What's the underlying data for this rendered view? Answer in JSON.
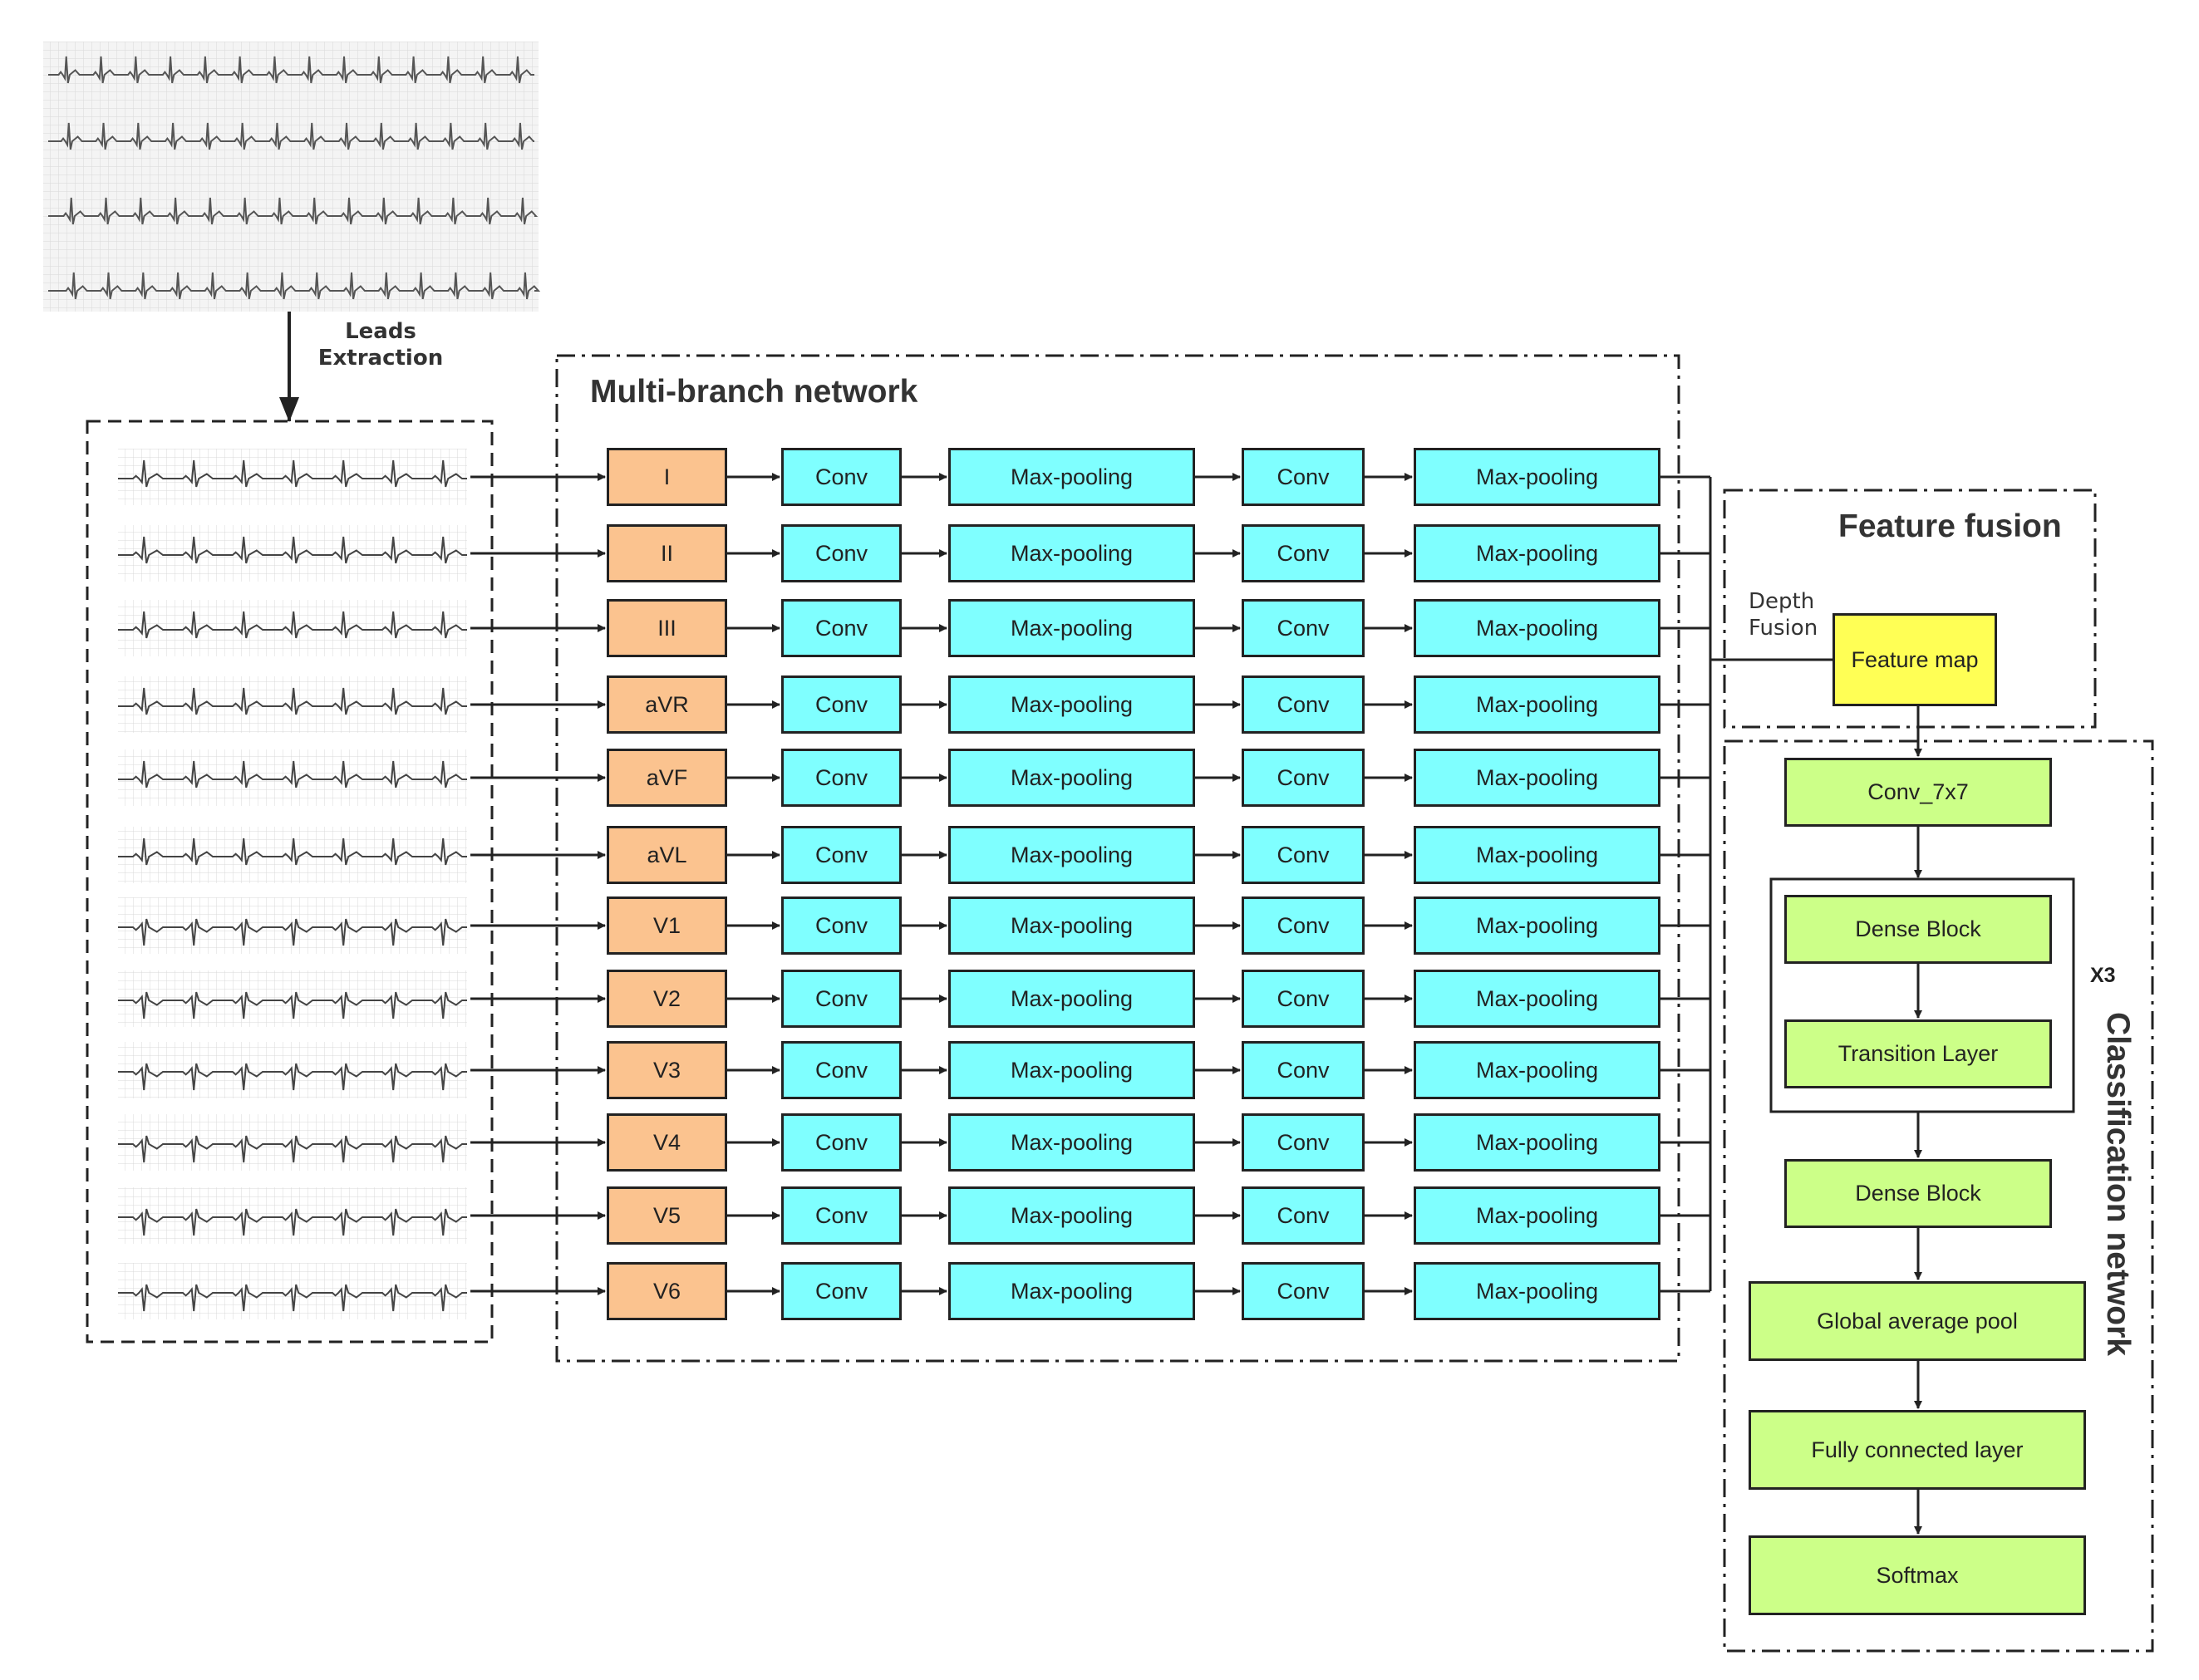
{
  "colors": {
    "lead_box": "#fbc38f",
    "conv_box": "#7fffff",
    "classifier_box": "#ccff88",
    "feature_map_box": "#ffff55",
    "line": "#222222"
  },
  "ecg_image": {
    "icon": "12-lead-ecg-printout-image"
  },
  "extraction": {
    "label_line1": "Leads",
    "label_line2": "Extraction"
  },
  "multi_branch": {
    "title": "Multi-branch network",
    "leads": [
      "I",
      "II",
      "III",
      "aVR",
      "aVF",
      "aVL",
      "V1",
      "V2",
      "V3",
      "V4",
      "V5",
      "V6"
    ],
    "stages": [
      "Conv",
      "Max-pooling",
      "Conv",
      "Max-pooling"
    ]
  },
  "feature_fusion": {
    "title": "Feature fusion",
    "depth_line1": "Depth",
    "depth_line2": "Fusion",
    "feature_map": "Feature map"
  },
  "classification": {
    "title": "Classification network",
    "conv": "Conv_7x7",
    "dense_block_1": "Dense Block",
    "transition": "Transition Layer",
    "repeat": "X3",
    "dense_block_2": "Dense Block",
    "gap": "Global average pool",
    "fc": "Fully connected layer",
    "softmax": "Softmax"
  }
}
